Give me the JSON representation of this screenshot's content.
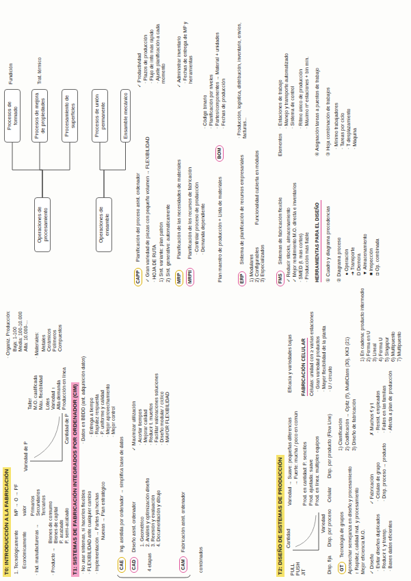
{
  "diagram": {
    "nodes": [
      {
        "text": [
          "T0: INTRODUCCIÓN A LA FABRICACIÓN"
        ]
      },
      {
        "text": [
          "Operaciones de procesamiento"
        ]
      },
      {
        "text": [
          "Procesos de formado"
        ]
      },
      {
        "text": [
          "Procesos de mejora de propiedades"
        ]
      },
      {
        "text": [
          "Procesamiento de superficies"
        ]
      },
      {
        "text": [
          "Operaciones de ensamble"
        ]
      },
      {
        "text": [
          "Procesos de unión permanente"
        ]
      },
      {
        "text": [
          "Ensamble mecánico"
        ]
      },
      {
        "text": [
          "T1: SISTEMAS DE FABRICACIÓN INTEGRADOS POR ORDENADOR (CIM)"
        ]
      },
      {
        "text": [
          "CAE"
        ]
      },
      {
        "text": [
          "CAD"
        ]
      },
      {
        "text": [
          "CAM"
        ]
      },
      {
        "text": [
          "CAPP"
        ]
      },
      {
        "text": [
          "MRP"
        ]
      },
      {
        "text": [
          "MRPII"
        ]
      },
      {
        "text": [
          "BOM"
        ]
      },
      {
        "text": [
          "ERP"
        ]
      },
      {
        "text": [
          "T2: DISEÑO DE SISTEMAS DE PRODUCCIÓN"
        ]
      },
      {
        "text": [
          "GT"
        ]
      },
      {
        "text": [
          "FMS"
        ]
      }
    ],
    "edges": [
      {
        "from": 1,
        "to": 2,
        "arrow": "none"
      },
      {
        "from": 1,
        "to": 3,
        "arrow": "none"
      },
      {
        "from": 1,
        "to": 4,
        "arrow": "none"
      },
      {
        "from": 5,
        "to": 6,
        "arrow": "none"
      },
      {
        "from": 5,
        "to": 7,
        "arrow": "none"
      }
    ],
    "labels": [
      "1. Tecnológicamente",
      "Económicamente",
      "MP → O → PF",
      "valor",
      "· Ind. manufactureras →",
      "Primarios",
      "Secundarios",
      "Terciarios",
      "· Producto →",
      "Bienes de consumo",
      "Bienes de capital",
      "P. acabado",
      "P. semi-acabado",
      "Variedad de P",
      "Cantidad de P",
      "Taller",
      "M.O. cualificada",
      "Máx. flexibilidad",
      "Lotes",
      "Variedad ↑",
      "Alta demanda",
      "Producción en línea",
      "· Organiz. Producción:",
      "Baja: 1-100",
      "Media: 100-10.000",
      "Alta: 10.000-...",
      "· Materiales:",
      "Metales",
      "Cerámicos",
      "Polímeros",
      "Compuestos",
      "Fundición",
      "Trat. térmico",
      "· No usar sistemas, sí hacerlos flexibles",
      "· FLEXIBILIDAD ante cualquier cambio",
      "· Implementación → Partes ya hechas",
      "Nuevas → Plan estratégico",
      "· Datos en BBDD (ant. adquisición datos)",
      "· Entrega a tiempo",
      "· Rapidez respuesta",
      "· P. uniforme y calidad",
      "· Mejor aprovechamiento",
      "· Mejor control",
      "Ing. asistida por ordenador → simplifica base de datos",
      "Diseño asist. ordenador",
      "1. Geométrico",
      "2. Análisis y optimización diseño",
      "3. Revisión y evaluación",
      "4. Documentación y dibujo",
      "4 etapas",
      "✓ Maximizar utilización",
      "· Acortar tiempos",
      "· Mejorar calidad",
      "· Reducir t. muertos",
      "· Facilitar valoraciones soluciones",
      "· Diseño modular / cíclico",
      "· MAYOR FLEXIBILIDAD",
      "Fabricación asist. ordenador",
      "combinados",
      "Planificación del proceso asist. ordenador",
      "✓ Gran variedad de piezas con pequeño volumen → FLEXIBILIDAD",
      "· HOJA DE RUTA",
      "1) Sist. variante: plan patrón",
      "2) Sist. generativo: automáticamente",
      "✓ Productividad",
      "· Plazos de producción",
      "· Flujo de info más rápido",
      "· Ajuste planificación a cada momento",
      "Planificación de las necesidades de materiales",
      "Planificación de los recursos de fabricación",
      "· Controlar proceso de producción",
      "· Demanda dependiente",
      "✓ Administrar inventario",
      "· Fechas de entrega de MP y herramientas",
      "Plan maestro de producción + Lista de materiales",
      "· Código binario",
      "· Planificación por niveles",
      "· Partes/componentes → Material + unidades",
      "· Fechas de producción",
      "Sistema de planificación de recursos empresariales",
      "· Producción, logística, distribución, inventario, envíos, facturas...",
      "1) Modulares",
      "2) Configurables",
      "3) Especializados",
      "Funcionalidad cubierta en módulos",
      "PULL",
      "PUSH",
      "JIT",
      "Cantidad",
      "Variedad",
      "Variedad → Suave: pequeñas diferencias",
      "→ Fuerte: mucha / poco en común",
      "Prod. en cantidad: P. sencillos",
      "Prod. ajustada: suave",
      "Prod. en línea: múltiples equipos",
      "Disp. fija",
      "Disp. por proceso",
      "Celular",
      "Disp. por producto (Flow Line)",
      "Tecnología de grupos",
      "Aprovechar semejanza en diseño y procesamiento",
      "↑ Rapidez, calidad mat. y procesamiento",
      "Mejor eficiencia M.O.",
      "✓ Diseño",
      "· Evitar diseños duplicados",
      "· Reducir t. y transp.",
      "· Bases datos eficientes",
      "✓ Fabricación",
      "· Células de grupo",
      "· Disp. proceso → producto",
      "✗ Muchos € y t",
      "· Resist. empleados",
      "· Fallos en las familias",
      "· Afecta a plan de producción",
      "1) Clasificación",
      "2) Codificación → Opitz (9), MultiClass (30), KK3 (21)",
      "3) Diseño de fabricación",
      "Eficacia y variedades bajas",
      "FABRICACIÓN CELULAR",
      "Células: unidad con ≥ varias estaciones",
      "· Gran variedad productos",
      "· Mayor flexibilidad de la planta",
      "· U / circuito",
      "1) En cadena: producto intermedio",
      "2) Forma en U",
      "3) Lineal",
      "4) Forma U",
      "5) Singapur",
      "6) Multipuesto",
      "7) Multipuesto",
      "Sistemas de fabricación flexible",
      "✓ Reducir stocks, almacenamiento",
      "✓ Mejor rendimiento M.O. directa e inventarios",
      "· SMED (t. más cortos)",
      "· Producción más fiable",
      "Elementos",
      "· Estaciones de trabajo",
      "· Manejo y transporte automatizado",
      "· Sistema de control",
      "· Ritmo único de producción",
      "· Máximo nº estaciones + bin mín.",
      "HERRAMIENTAS PARA EL DISEÑO",
      "① Cuadro y diagrama precedencias",
      "② Diagrama proceso",
      "● Operación",
      "➜ Transporte",
      "D Demora",
      "▼ Almacenamiento",
      "■ Inspección",
      "◘ Op. combinada",
      "③ Hoja combinación de trabajos",
      "· Mínimo trabajadores",
      "· Tareas por ciclo",
      "· T desplazamiento",
      "· Máquina",
      "④ Asignación tareas a puestos de trabajo"
    ]
  }
}
